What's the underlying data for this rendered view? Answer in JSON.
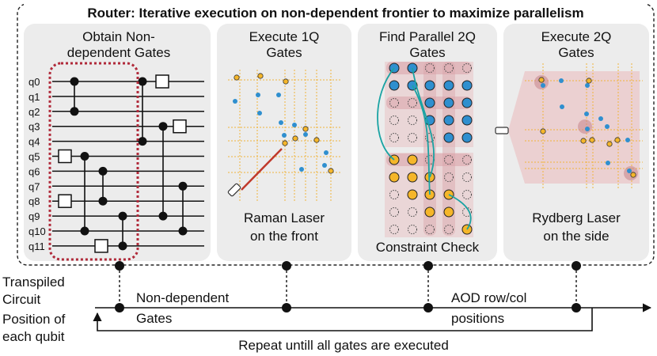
{
  "title": "Router: Iterative execution on non-dependent frontier to maximize parallelism",
  "panels": {
    "p1": {
      "line1": "Obtain Non-",
      "line2": "dependent Gates"
    },
    "p2": {
      "line1": "Execute 1Q",
      "line2": "Gates",
      "caption1": "Raman Laser",
      "caption2": "on the front"
    },
    "p3": {
      "line1": "Find Parallel 2Q",
      "line2": "Gates",
      "caption1": "Constraint Check"
    },
    "p4": {
      "line1": "Execute 2Q",
      "line2": "Gates",
      "caption1": "Rydberg Laser",
      "caption2": "on the side"
    }
  },
  "qubits": [
    "q0",
    "q1",
    "q2",
    "q3",
    "q4",
    "q5",
    "q6",
    "q7",
    "q8",
    "q9",
    "q10",
    "q11"
  ],
  "inputs": {
    "transpiled1": "Transpiled",
    "transpiled2": "Circuit",
    "position1": "Position of",
    "position2": "each qubit"
  },
  "flow": {
    "nondep1": "Non-dependent",
    "nondep2": "Gates",
    "aod1": "AOD row/col",
    "aod2": "positions",
    "repeat": "Repeat untill all gates are executed"
  },
  "colors": {
    "panel_bg": "#ececec",
    "grid": "#f0b43c",
    "blue_atom": "#2f8fcf",
    "yellow_atom": "#f5b62a",
    "highlight": "#e9c4c6",
    "frontier_box": "#b02a3a",
    "connector": "#1aa3a3"
  }
}
